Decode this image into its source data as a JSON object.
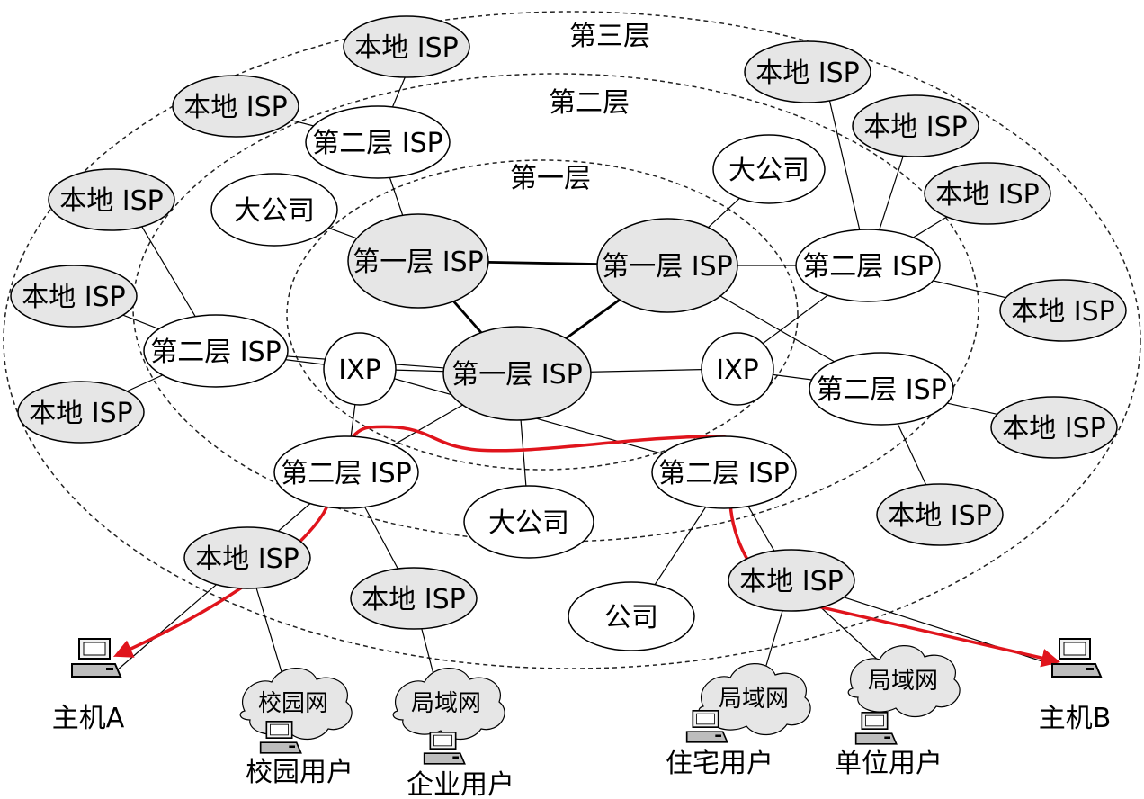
{
  "layers": {
    "tier1": "第一层",
    "tier2": "第二层",
    "tier3": "第三层"
  },
  "nodes": {
    "tier1_isp_a": "第一层 ISP",
    "tier1_isp_b": "第一层 ISP",
    "tier1_isp_c": "第一层 ISP",
    "tier2_isp_top": "第二层 ISP",
    "tier2_isp_left": "第二层 ISP",
    "tier2_isp_right_top": "第二层 ISP",
    "tier2_isp_right_mid": "第二层 ISP",
    "tier2_isp_bottom_left": "第二层 ISP",
    "tier2_isp_bottom_right": "第二层 ISP",
    "ixp_left": "IXP",
    "ixp_right": "IXP",
    "big_company_1": "大公司",
    "big_company_2": "大公司",
    "big_company_3": "大公司",
    "company": "公司",
    "local_isp_1": "本地 ISP",
    "local_isp_2": "本地 ISP",
    "local_isp_3": "本地 ISP",
    "local_isp_4": "本地 ISP",
    "local_isp_5": "本地 ISP",
    "local_isp_6": "本地 ISP",
    "local_isp_7": "本地 ISP",
    "local_isp_8": "本地 ISP",
    "local_isp_9": "本地 ISP",
    "local_isp_10": "本地 ISP",
    "local_isp_11": "本地 ISP",
    "local_isp_12": "本地 ISP",
    "local_isp_13": "本地 ISP",
    "local_isp_14": "本地 ISP"
  },
  "clouds": {
    "campus_net": "校园网",
    "lan_1": "局域网",
    "lan_2": "局域网",
    "lan_3": "局域网"
  },
  "hosts": {
    "host_a": "主机A",
    "host_b": "主机B",
    "campus_user": "校园用户",
    "enterprise_user": "企业用户",
    "residential_user": "住宅用户",
    "unit_user": "单位用户"
  },
  "colors": {
    "node_fill": "#e6e6e6",
    "white_node_fill": "#ffffff",
    "path": "#e0141c",
    "line": "#000000"
  }
}
